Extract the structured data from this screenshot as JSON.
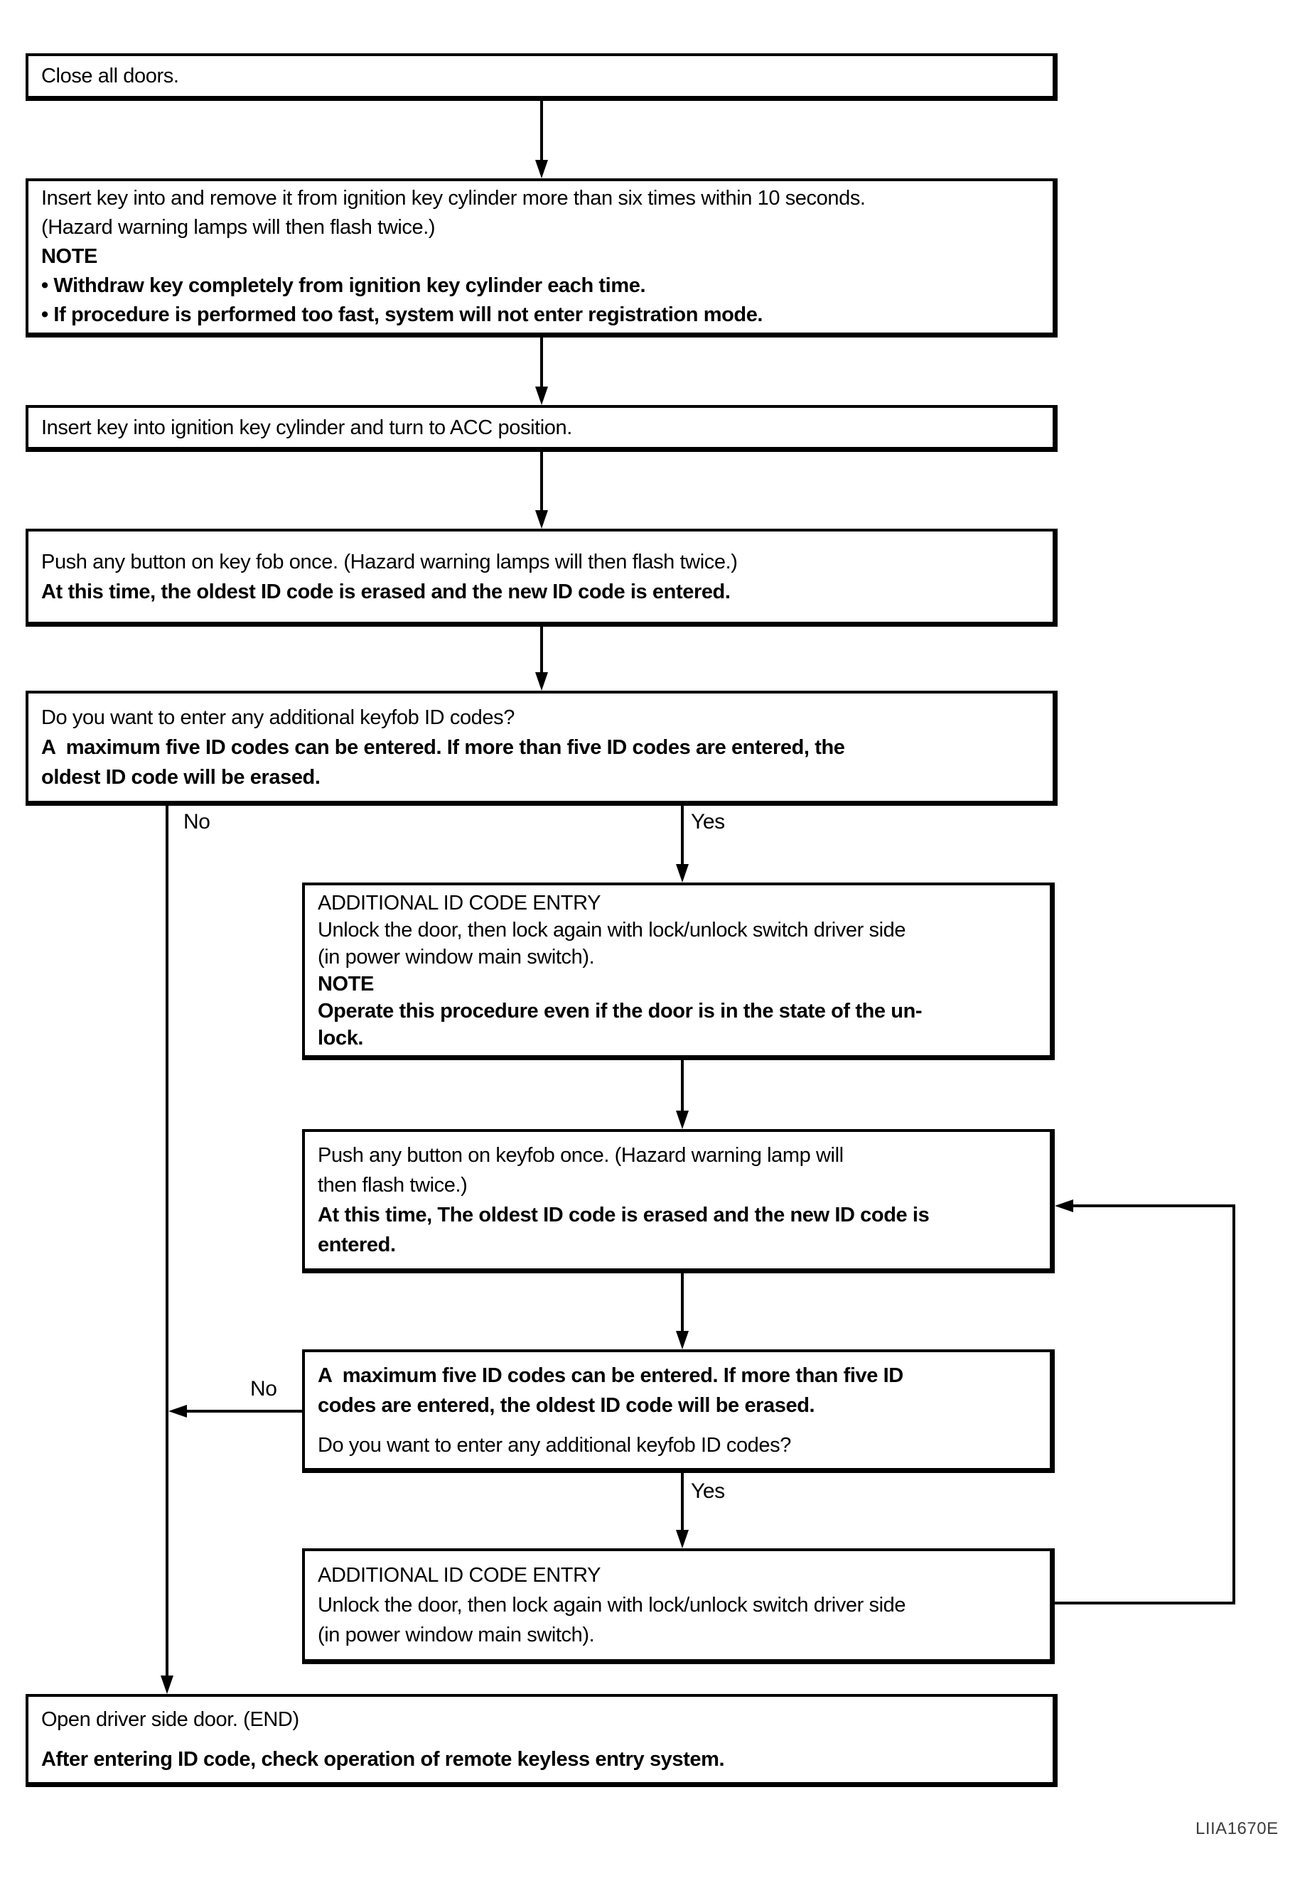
{
  "diagram": {
    "type": "flowchart",
    "figure_code": "LIIA1670E",
    "boxes": {
      "b1": {
        "lines": [
          {
            "text": "Close all doors.",
            "bold": false
          }
        ]
      },
      "b2": {
        "lines": [
          {
            "text": "Insert key into and remove it from ignition key cylinder more than six times within 10 seconds.",
            "bold": false
          },
          {
            "text": "(Hazard warning lamps will then flash twice.)",
            "bold": false
          },
          {
            "text": "NOTE",
            "bold": true
          },
          {
            "text": "• Withdraw key completely from ignition key cylinder each time.",
            "bold": true
          },
          {
            "text": "• If procedure is performed too fast, system will not enter registration mode.",
            "bold": true
          }
        ]
      },
      "b3": {
        "lines": [
          {
            "text": "Insert key into ignition key cylinder and turn to ACC position.",
            "bold": false
          }
        ]
      },
      "b4": {
        "lines": [
          {
            "text": "Push any button on key fob once. (Hazard warning lamps will then flash twice.)",
            "bold": false
          },
          {
            "text": "At this time, the oldest ID code is erased and the new ID code is entered.",
            "bold": true
          }
        ]
      },
      "b5": {
        "lines": [
          {
            "text": "Do you want to enter any additional keyfob ID codes?",
            "bold": false
          },
          {
            "text": "A  maximum five ID codes can be entered. If more than five ID codes are entered, the",
            "bold": true
          },
          {
            "text": "oldest ID code will be erased.",
            "bold": true
          }
        ]
      },
      "b6": {
        "lines": [
          {
            "text": "ADDITIONAL ID CODE ENTRY",
            "bold": false
          },
          {
            "text": "Unlock the door, then lock again with lock/unlock switch driver side",
            "bold": false
          },
          {
            "text": "(in power window main switch).",
            "bold": false
          },
          {
            "text": "NOTE",
            "bold": true
          },
          {
            "text": "Operate this procedure even if the door is in the state of the un-",
            "bold": true
          },
          {
            "text": "lock.",
            "bold": true
          }
        ]
      },
      "b7": {
        "lines": [
          {
            "text": "Push any button on keyfob once. (Hazard warning lamp will",
            "bold": false
          },
          {
            "text": "then flash twice.)",
            "bold": false
          },
          {
            "text": "At this time, The oldest ID code is erased and the new ID code is",
            "bold": true
          },
          {
            "text": "entered.",
            "bold": true
          }
        ]
      },
      "b8": {
        "lines": [
          {
            "text": "A  maximum five ID codes can be entered. If more than five ID",
            "bold": true
          },
          {
            "text": "codes are entered, the oldest ID code will be erased.",
            "bold": true
          },
          {
            "text": "Do you want to enter any additional keyfob ID codes?",
            "bold": false
          }
        ]
      },
      "b9": {
        "lines": [
          {
            "text": "ADDITIONAL ID CODE ENTRY",
            "bold": false
          },
          {
            "text": "Unlock the door, then lock again with lock/unlock switch driver side",
            "bold": false
          },
          {
            "text": "(in power window main switch).",
            "bold": false
          }
        ]
      },
      "b10": {
        "lines": [
          {
            "text": "Open driver side door. (END)",
            "bold": false
          },
          {
            "text": "After entering ID code, check operation of remote keyless entry system.",
            "bold": true
          }
        ]
      }
    },
    "branch_labels": {
      "no1": "No",
      "yes1": "Yes",
      "no2": "No",
      "yes2": "Yes"
    }
  }
}
